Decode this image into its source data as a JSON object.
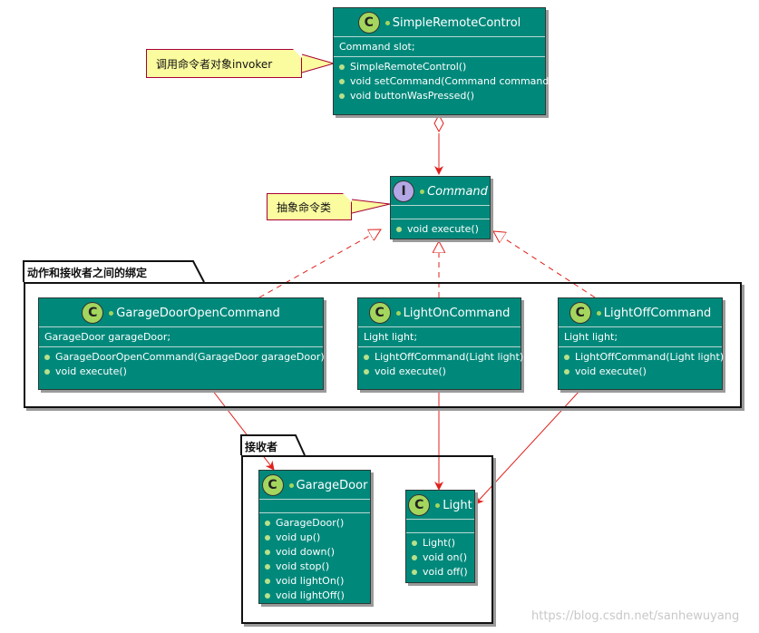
{
  "packages": {
    "bindings": {
      "title": "动作和接收者之间的绑定"
    },
    "receivers": {
      "title": "接收者"
    }
  },
  "notes": {
    "invoker": "调用命令者对象invoker",
    "command": "抽象命令类"
  },
  "classes": {
    "simple_remote_control": {
      "badge": "C",
      "name": "SimpleRemoteControl",
      "fields": [
        "Command slot;"
      ],
      "methods": [
        "SimpleRemoteControl()",
        "void setCommand(Command command)",
        "void buttonWasPressed()"
      ]
    },
    "command": {
      "badge": "I",
      "name": "Command",
      "methods": [
        "void execute()"
      ]
    },
    "garage_door_open_command": {
      "badge": "C",
      "name": "GarageDoorOpenCommand",
      "fields": [
        "GarageDoor garageDoor;"
      ],
      "methods": [
        "GarageDoorOpenCommand(GarageDoor garageDoor)",
        "void execute()"
      ]
    },
    "light_on_command": {
      "badge": "C",
      "name": "LightOnCommand",
      "fields": [
        "Light light;"
      ],
      "methods": [
        "LightOffCommand(Light light)",
        "void execute()"
      ]
    },
    "light_off_command": {
      "badge": "C",
      "name": "LightOffCommand",
      "fields": [
        "Light light;"
      ],
      "methods": [
        "LightOffCommand(Light light)",
        "void execute()"
      ]
    },
    "garage_door": {
      "badge": "C",
      "name": "GarageDoor",
      "methods": [
        "GarageDoor()",
        "void up()",
        "void down()",
        "void stop()",
        "void lightOn()",
        "void lightOff()"
      ]
    },
    "light": {
      "badge": "C",
      "name": "Light",
      "methods": [
        "Light()",
        "void on()",
        "void off()"
      ]
    }
  },
  "watermark": "https://blog.csdn.net/sanhewuyang",
  "colors": {
    "class_fill": "#00897b",
    "note_fill": "#fbfb9f",
    "arrow": "#e0201b"
  }
}
